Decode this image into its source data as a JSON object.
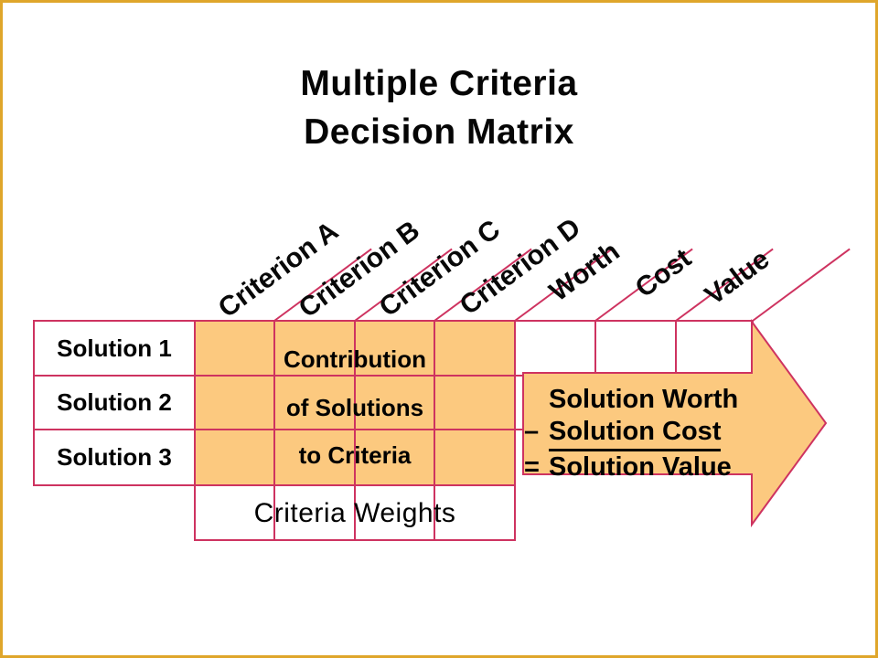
{
  "title": {
    "line1": "Multiple Criteria",
    "line2": "Decision Matrix"
  },
  "matrix": {
    "row_labels": [
      "Solution 1",
      "Solution 2",
      "Solution 3"
    ],
    "column_labels": [
      "Criterion A",
      "Criterion B",
      "Criterion C",
      "Criterion D"
    ],
    "result_labels": [
      "Worth",
      "Cost",
      "Value"
    ],
    "contribution_note": [
      "Contribution",
      "of Solutions",
      "to Criteria"
    ],
    "weights_label": "Criteria Weights"
  },
  "arrow": {
    "line1": "Solution Worth",
    "line2_prefix": "–",
    "line2": "Solution Cost",
    "line3_prefix": "=",
    "line3": "Solution Value"
  },
  "colors": {
    "matrix_fill_orange": "#FCC97F",
    "grid_line_crimson": "#CE3360",
    "slide_border_gold": "#DFA62B",
    "text_black": "#000000"
  }
}
